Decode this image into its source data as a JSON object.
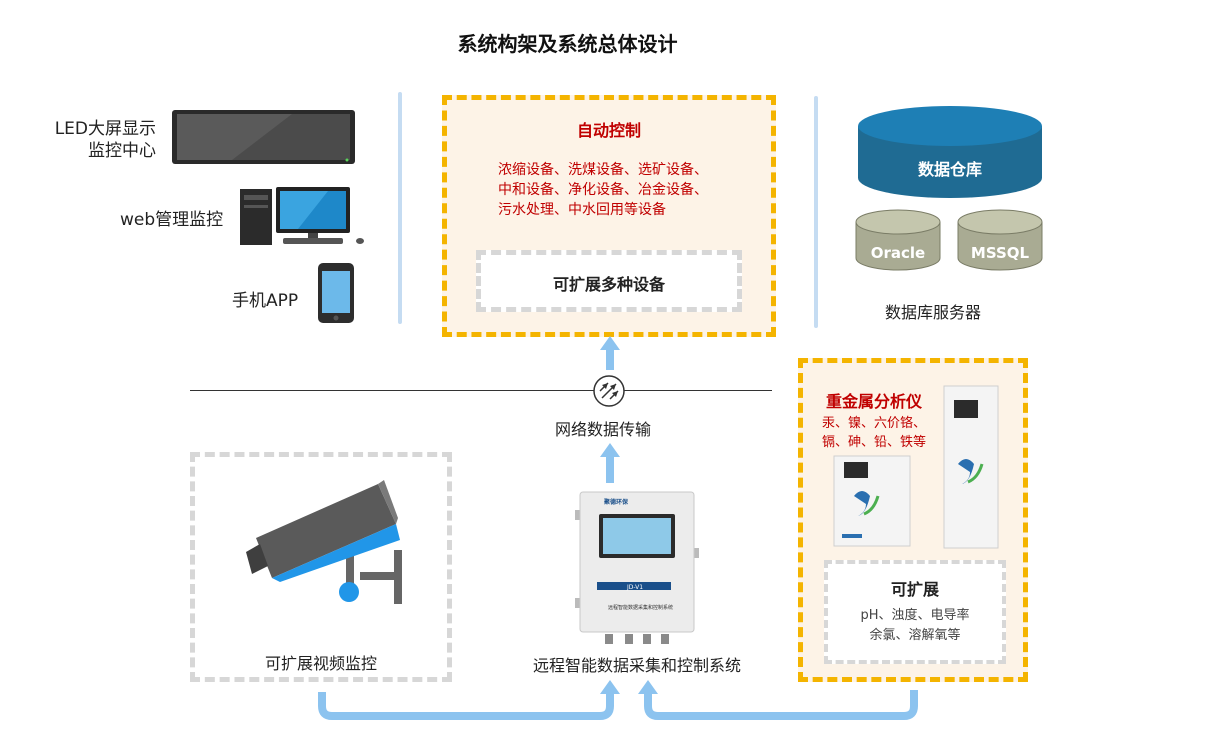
{
  "title": "系统构架及系统总体设计",
  "clients": {
    "led": [
      "LED大屏显示",
      "监控中心"
    ],
    "web": "web管理监控",
    "app": "手机APP"
  },
  "auto_control": {
    "title": "自动控制",
    "lines": [
      "浓缩设备、洗煤设备、选矿设备、",
      "中和设备、净化设备、冶金设备、",
      "污水处理、中水回用等设备"
    ],
    "expand": "可扩展多种设备"
  },
  "database": {
    "warehouse": "数据仓库",
    "oracle": "Oracle",
    "mssql": "MSSQL",
    "server_label": "数据库服务器"
  },
  "network_label": "网络数据传输",
  "video_label": "可扩展视频监控",
  "controller": {
    "label": "远程智能数据采集和控制系统",
    "brand": "聚德环保",
    "model": "JD-V1 型",
    "plate_text": "远程智能数据采集和控制系统"
  },
  "analyzer": {
    "title": "重金属分析仪",
    "lines": [
      "汞、镍、六价铬、",
      "镉、砷、铅、铁等"
    ],
    "expand_title": "可扩展",
    "expand_lines": [
      "pH、浊度、电导率",
      "余氯、溶解氧等"
    ]
  },
  "colors": {
    "accent_orange": "#f4b400",
    "accent_red": "#c00000",
    "db_blue": "#1f6b93",
    "arrow_blue": "#8cc3ef"
  }
}
